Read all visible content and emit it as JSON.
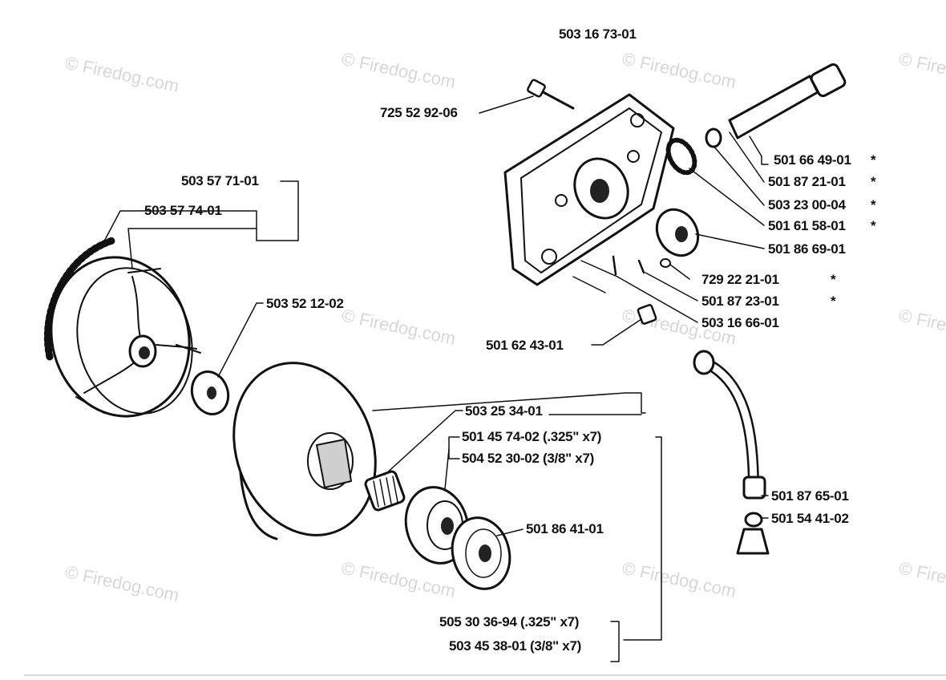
{
  "watermark_text": "© Firedog.com",
  "labels": {
    "top_assembly": "503 16 73-01",
    "bolt": "725 52 92-06",
    "clutch_assembly": "503 57 71-01",
    "clutch_shoe": "503 57 74-01",
    "washer": "503 52 12-02",
    "pump_part_1": "501 66 49-01",
    "pump_part_2": "501 87 21-01",
    "pump_part_3": "503 23 00-04",
    "pump_spring": "501 61 58-01",
    "worm_gear": "501 86 69-01",
    "pump_screw_1": "729 22 21-01",
    "pump_screw_2": "501 87 23-01",
    "pump_screw_3": "503 16 66-01",
    "nipple": "501 62 43-01",
    "drum_assembly": "503 25 34-01",
    "rim_325": "501 45 74-02 (.325\" x7)",
    "rim_38": "504 52 30-02 (3/8\" x7)",
    "rim_washer": "501 86 41-01",
    "oil_hose": "501 87 65-01",
    "oil_filter": "501 54 41-02",
    "kit_325": "505 30 36-94 (.325\" x7)",
    "kit_38": "503 45 38-01 (3/8\" x7)"
  },
  "asterisk": "*"
}
